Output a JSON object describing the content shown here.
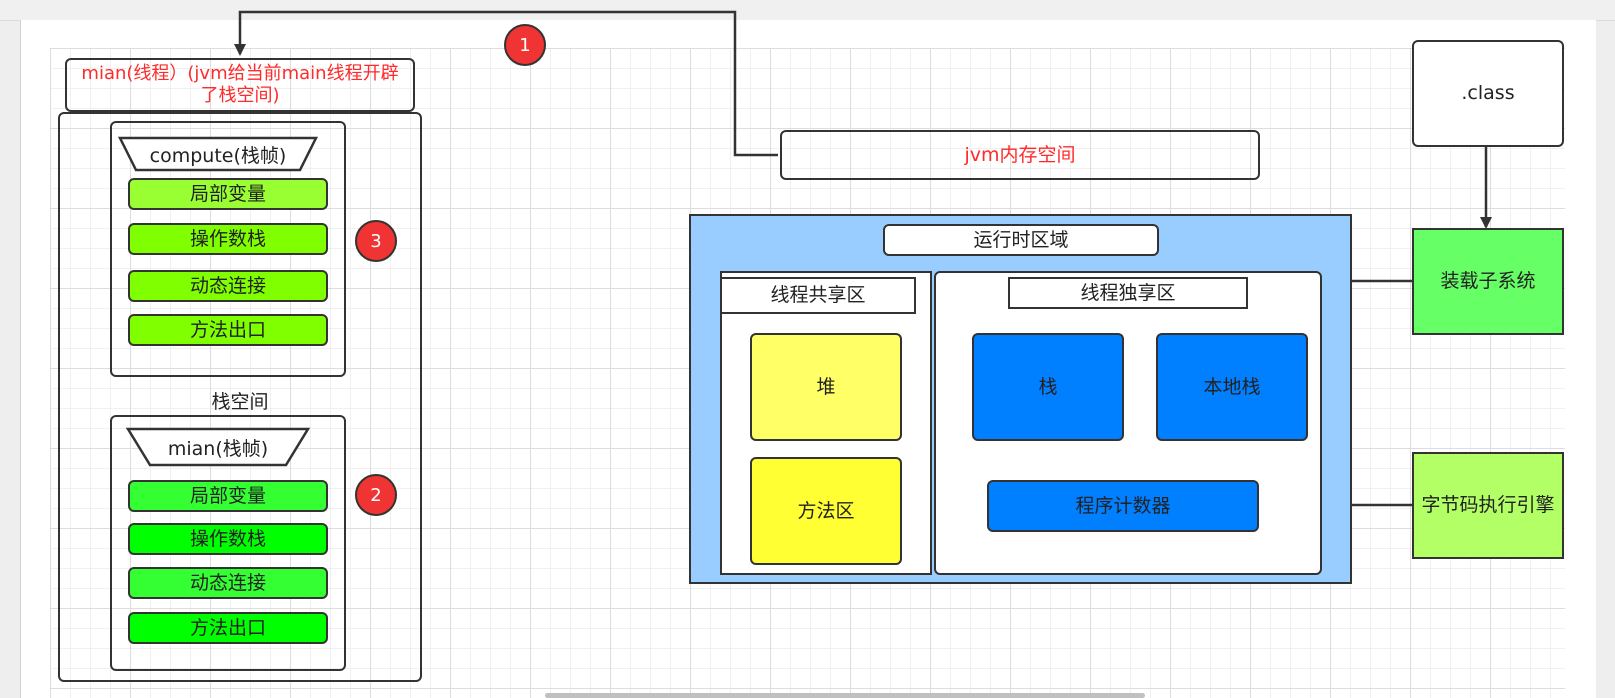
{
  "labels": {
    "main_thread": "mian(线程）(jvm给当前main线程开辟了栈空间)",
    "compute_frame": "compute(栈帧)",
    "main_frame": "mian(栈帧)",
    "stack_space": "栈空间",
    "jvm_memory": "jvm内存空间",
    "runtime_area": "运行时区域",
    "shared_area": "线程共享区",
    "private_area": "线程独享区",
    "heap": "堆",
    "method_area": "方法区",
    "stack": "栈",
    "native_stack": "本地栈",
    "program_counter": "程序计数器",
    "class_file": ".class",
    "class_loader": "装载子系统",
    "bytecode_engine": "字节码执行引擎"
  },
  "compute_frame_items": [
    "局部变量",
    "操作数栈",
    "动态连接",
    "方法出口"
  ],
  "main_frame_items": [
    "局部变量",
    "操作数栈",
    "动态连接",
    "方法出口"
  ],
  "markers": [
    "1",
    "2",
    "3"
  ],
  "colors": {
    "runtime_bg": "#99ccff",
    "heap": "#ffff66",
    "method_area": "#ffff33",
    "stack_blue": "#007fff",
    "class_loader": "#66ff66",
    "bytecode_engine": "#b3ff66",
    "compute_items": [
      "#99ff33",
      "#80ff00",
      "#80ff00",
      "#80ff00"
    ],
    "main_items": [
      "#33ff33",
      "#00ff00",
      "#33ff33",
      "#00ff00"
    ],
    "marker_red": "#f03434",
    "red_text": "#ff2a2a"
  }
}
